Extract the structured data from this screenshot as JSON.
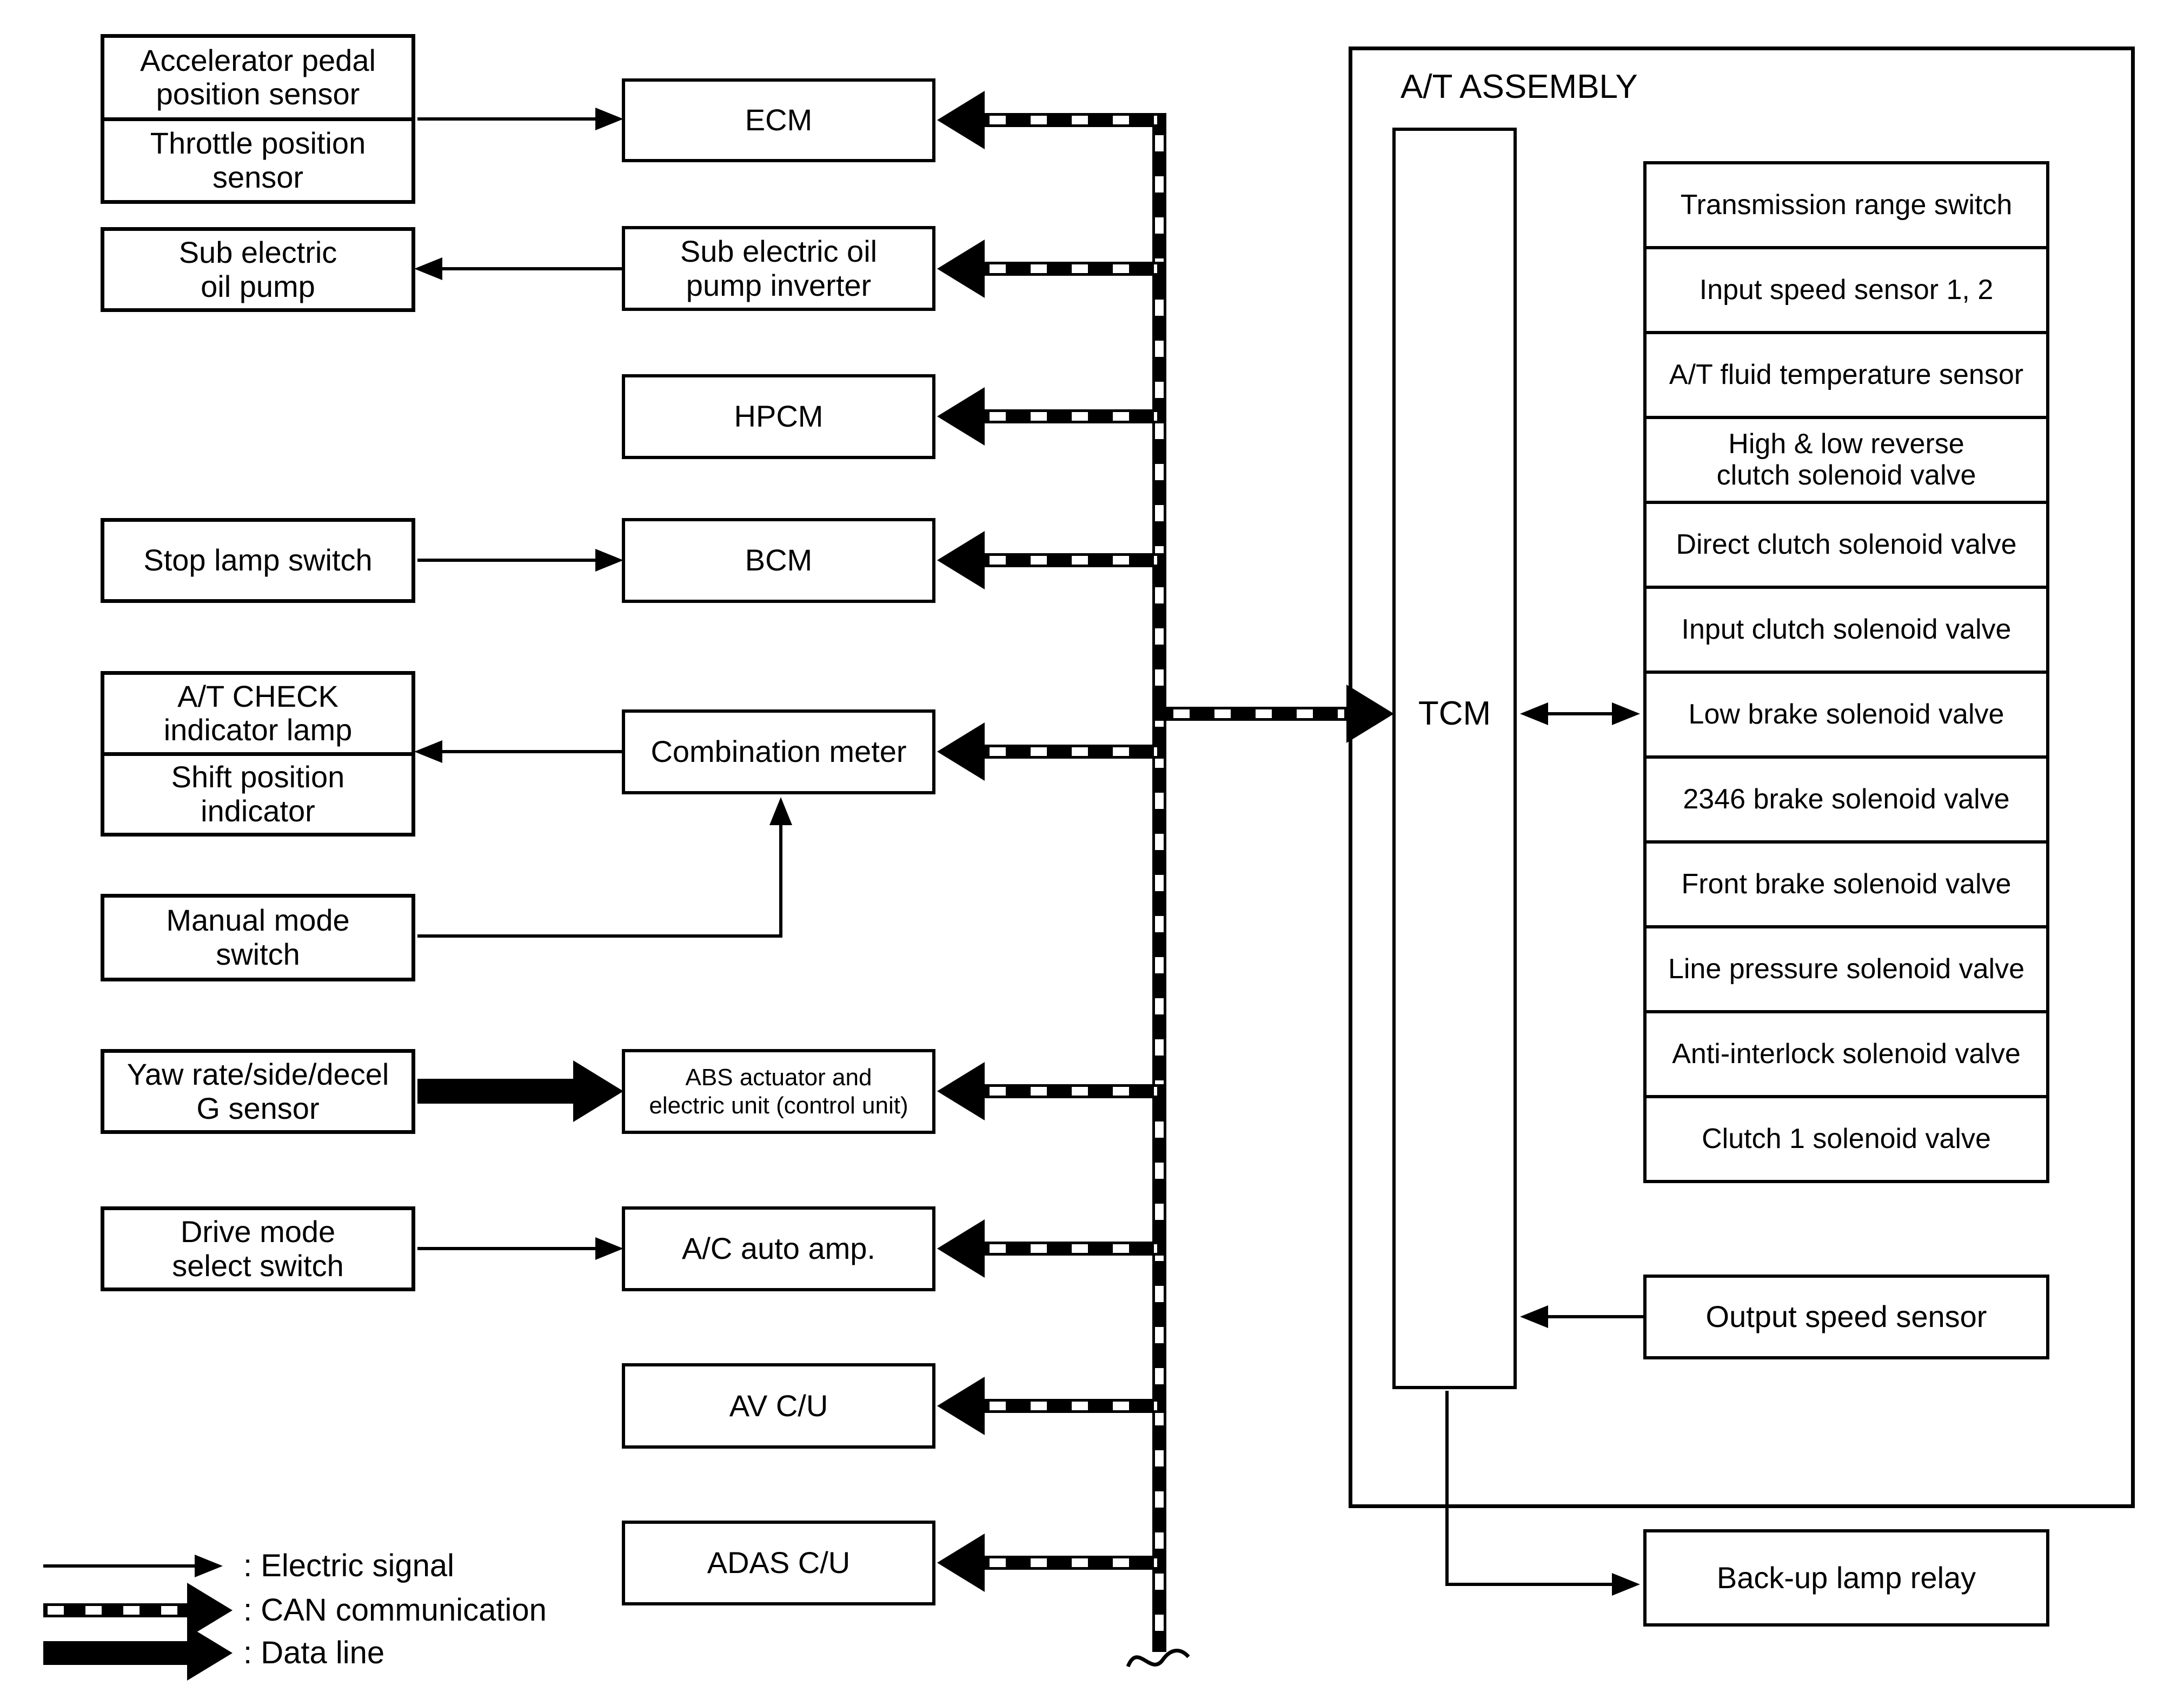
{
  "colors": {
    "ink": "#000000",
    "paper": "#ffffff"
  },
  "left_column": {
    "accelerator_pedal": [
      "Accelerator pedal",
      "position sensor"
    ],
    "throttle": [
      "Throttle position",
      "sensor"
    ],
    "sub_electric_oil_pump": [
      "Sub electric",
      "oil pump"
    ],
    "stop_lamp_switch": "Stop lamp switch",
    "at_check": [
      "A/T CHECK",
      "indicator lamp"
    ],
    "shift_position": [
      "Shift position",
      "indicator"
    ],
    "manual_mode": [
      "Manual mode",
      "switch"
    ],
    "yaw_rate": [
      "Yaw rate/side/decel",
      "G sensor"
    ],
    "drive_mode": [
      "Drive mode",
      "select switch"
    ]
  },
  "middle_column": {
    "ecm": "ECM",
    "sub_oil_pump_inverter": [
      "Sub electric oil",
      "pump inverter"
    ],
    "hpcm": "HPCM",
    "bcm": "BCM",
    "combination_meter": "Combination meter",
    "abs": [
      "ABS actuator and",
      "electric unit (control unit)"
    ],
    "ac_auto_amp": "A/C auto amp.",
    "av_cu": "AV C/U",
    "adas_cu": "ADAS C/U"
  },
  "assembly": {
    "title": "A/T ASSEMBLY",
    "tcm": "TCM",
    "valves": [
      [
        "Transmission range switch"
      ],
      [
        "Input speed sensor 1, 2"
      ],
      [
        "A/T fluid temperature sensor"
      ],
      [
        "High & low reverse",
        "clutch solenoid valve"
      ],
      [
        "Direct clutch solenoid valve"
      ],
      [
        "Input clutch solenoid valve"
      ],
      [
        "Low brake solenoid valve"
      ],
      [
        "2346 brake solenoid valve"
      ],
      [
        "Front brake solenoid valve"
      ],
      [
        "Line pressure solenoid valve"
      ],
      [
        "Anti-interlock solenoid valve"
      ],
      [
        "Clutch 1 solenoid valve"
      ]
    ],
    "output_speed_sensor": "Output speed sensor"
  },
  "backup_lamp_relay": "Back-up lamp relay",
  "legend": {
    "electric_signal": ": Electric signal",
    "can_communication": ": CAN communication",
    "data_line": ": Data line"
  }
}
